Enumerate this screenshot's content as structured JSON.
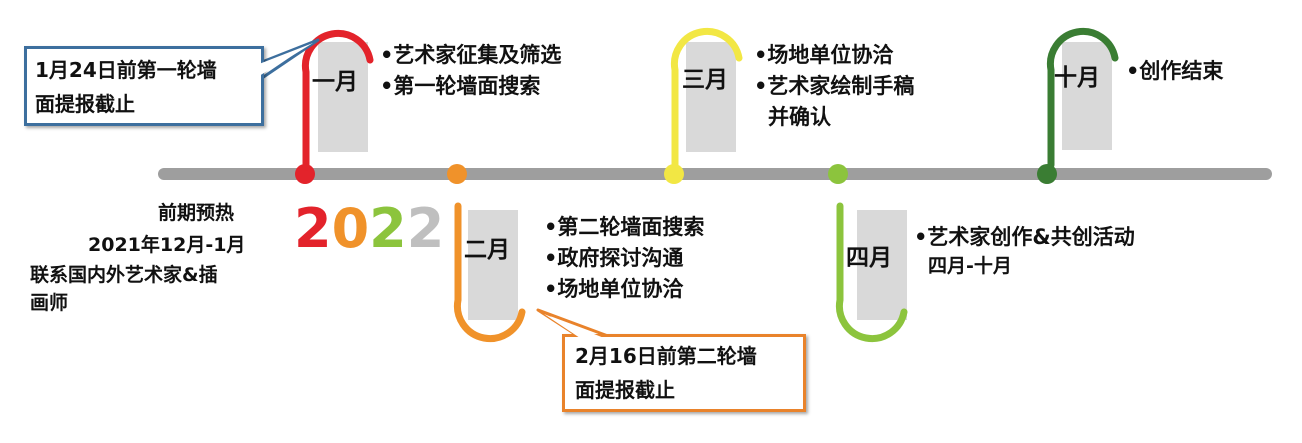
{
  "colors": {
    "january": "#e3232b",
    "february": "#f0922a",
    "march": "#f2e744",
    "april": "#8cc43d",
    "october": "#3a7d33",
    "callout_jan_border": "#3d6f9e",
    "callout_feb_border": "#e9832b",
    "bar": "#9e9e9e",
    "tab": "#d9d9d9"
  },
  "preheat": {
    "title": "前期预热",
    "dates": "2021年12月-1月",
    "desc_line1": "联系国内外艺术家&插",
    "desc_line2": "画师"
  },
  "year": {
    "d1": "2",
    "d2": "0",
    "d3": "2",
    "d4": "2"
  },
  "months": {
    "jan": {
      "label": "一月",
      "items": [
        "•艺术家征集及筛选",
        "•第一轮墙面搜索"
      ]
    },
    "feb": {
      "label": "二月",
      "items": [
        "•第二轮墙面搜索",
        "•政府探讨沟通",
        "•场地单位协洽"
      ]
    },
    "mar": {
      "label": "三月",
      "items": [
        "•场地单位协洽",
        "•艺术家绘制手稿",
        "并确认"
      ]
    },
    "apr": {
      "label": "四月",
      "items": [
        "•艺术家创作&共创活动",
        "四月-十月"
      ]
    },
    "oct": {
      "label": "十月",
      "items": [
        "•创作结束"
      ]
    }
  },
  "callouts": {
    "jan": {
      "line1": "1月24日前第一轮墙",
      "line2": "面提报截止"
    },
    "feb": {
      "line1": "2月16日前第二轮墙",
      "line2": "面提报截止"
    }
  }
}
